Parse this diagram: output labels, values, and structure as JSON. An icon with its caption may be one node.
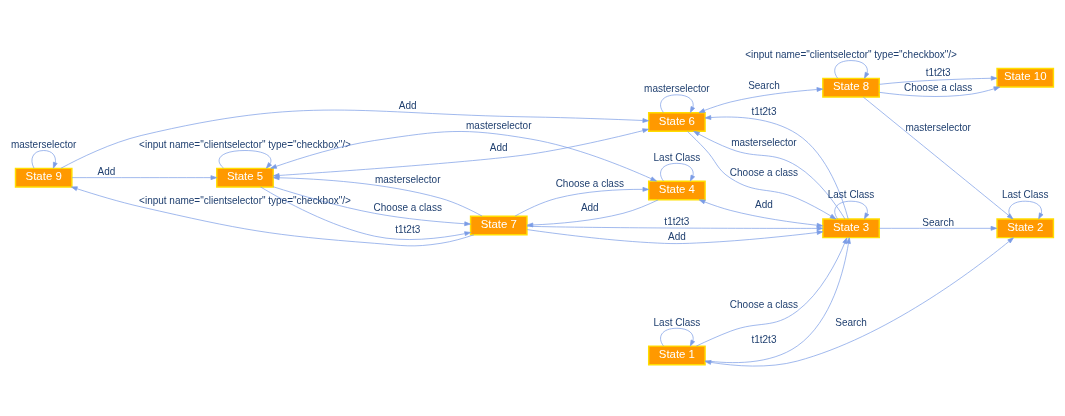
{
  "diagram": {
    "nodes": [
      {
        "text": [
          "State 9"
        ]
      },
      {
        "text": [
          "State 10"
        ]
      },
      {
        "text": [
          "State 5"
        ]
      },
      {
        "text": [
          "State 6"
        ]
      },
      {
        "text": [
          "State 7"
        ]
      },
      {
        "text": [
          "State 8"
        ]
      },
      {
        "text": [
          "State 2"
        ]
      },
      {
        "text": [
          "State 4"
        ]
      },
      {
        "text": [
          "State 3"
        ]
      },
      {
        "text": [
          "State 1"
        ]
      }
    ],
    "edges": [
      {
        "from": 0,
        "to": 0,
        "arrow": "to",
        "label": "masterselector"
      },
      {
        "from": 4,
        "to": 0,
        "arrow": "to",
        "label": "<input name=\"clientselector\" type=\"checkbox\"/>"
      },
      {
        "from": 0,
        "to": 2,
        "arrow": "to",
        "label": "Add"
      },
      {
        "from": 0,
        "to": 3,
        "arrow": "to",
        "label": "Add"
      },
      {
        "from": 2,
        "to": 2,
        "arrow": "to",
        "label": "<input name=\"clientselector\" type=\"checkbox\"/>"
      },
      {
        "from": 4,
        "to": 2,
        "arrow": "to",
        "label": "masterselector"
      },
      {
        "from": 2,
        "to": 4,
        "arrow": "to",
        "label": "Choose a class"
      },
      {
        "from": 2,
        "to": 4,
        "arrow": "to",
        "label": "t1t2t3"
      },
      {
        "from": 2,
        "to": 3,
        "arrow": "both",
        "label": "Add"
      },
      {
        "from": 3,
        "to": 3,
        "arrow": "to",
        "label": "masterselector"
      },
      {
        "from": 5,
        "to": 1,
        "arrow": "to",
        "label": "Choose a class"
      },
      {
        "from": 5,
        "to": 1,
        "arrow": "to",
        "label": "t1t2t3"
      },
      {
        "from": 5,
        "to": 5,
        "arrow": "to",
        "label": "<input name=\"clientselector\" type=\"checkbox\"/>"
      },
      {
        "from": 3,
        "to": 5,
        "arrow": "both",
        "label": "Search"
      },
      {
        "from": 4,
        "to": 7,
        "arrow": "to",
        "label": "Choose a class"
      },
      {
        "from": 7,
        "to": 4,
        "arrow": "to",
        "label": "Add"
      },
      {
        "from": 4,
        "to": 8,
        "arrow": "to",
        "label": "t1t2t3"
      },
      {
        "from": 4,
        "to": 8,
        "arrow": "to",
        "label": "Add"
      },
      {
        "from": 7,
        "to": 2,
        "arrow": "both",
        "label": "masterselector"
      },
      {
        "from": 3,
        "to": 8,
        "arrow": "to",
        "label": "Choose a class"
      },
      {
        "from": 8,
        "to": 3,
        "arrow": "to",
        "label": "t1t2t3"
      },
      {
        "from": 8,
        "to": 3,
        "arrow": "to",
        "label": "masterselector"
      },
      {
        "from": 5,
        "to": 6,
        "arrow": "to",
        "label": "masterselector"
      },
      {
        "from": 6,
        "to": 6,
        "arrow": "to",
        "label": "Last Class"
      },
      {
        "from": 7,
        "to": 7,
        "arrow": "to",
        "label": "Last Class"
      },
      {
        "from": 8,
        "to": 8,
        "arrow": "to",
        "label": "Last Class"
      },
      {
        "from": 7,
        "to": 8,
        "arrow": "both",
        "label": "Add"
      },
      {
        "from": 8,
        "to": 6,
        "arrow": "to",
        "label": "Search"
      },
      {
        "from": 9,
        "to": 6,
        "arrow": "both",
        "label": "Search"
      },
      {
        "from": 9,
        "to": 9,
        "arrow": "to",
        "label": "Last Class"
      },
      {
        "from": 9,
        "to": 8,
        "arrow": "to",
        "label": "Choose a class"
      },
      {
        "from": 9,
        "to": 8,
        "arrow": "to",
        "label": "t1t2t3"
      }
    ]
  }
}
